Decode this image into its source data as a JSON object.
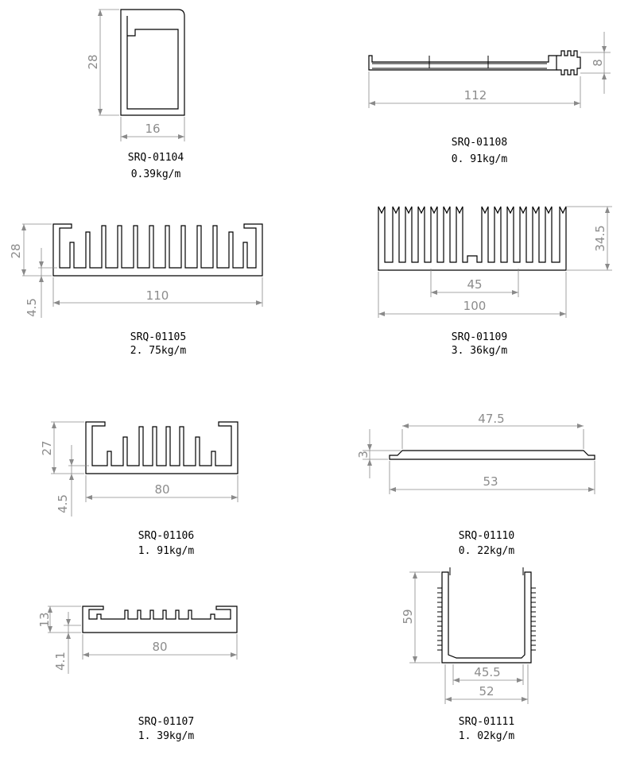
{
  "profiles": [
    {
      "code": "SRQ-01104",
      "weight": "0.39kg/m",
      "dims": [
        "28",
        "16"
      ]
    },
    {
      "code": "SRQ-01108",
      "weight": "0. 91kg/m",
      "dims": [
        "8",
        "112"
      ]
    },
    {
      "code": "SRQ-01105",
      "weight": "2. 75kg/m",
      "dims": [
        "28",
        "4.5",
        "110"
      ]
    },
    {
      "code": "SRQ-01109",
      "weight": "3. 36kg/m",
      "dims": [
        "34.5",
        "45",
        "100"
      ]
    },
    {
      "code": "SRQ-01106",
      "weight": "1. 91kg/m",
      "dims": [
        "27",
        "4.5",
        "80"
      ]
    },
    {
      "code": "SRQ-01110",
      "weight": "0. 22kg/m",
      "dims": [
        "47.5",
        "3",
        "53"
      ]
    },
    {
      "code": "SRQ-01107",
      "weight": "1. 39kg/m",
      "dims": [
        "13",
        "4.1",
        "80"
      ]
    },
    {
      "code": "SRQ-01111",
      "weight": "1. 02kg/m",
      "dims": [
        "59",
        "45.5",
        "52"
      ]
    }
  ]
}
